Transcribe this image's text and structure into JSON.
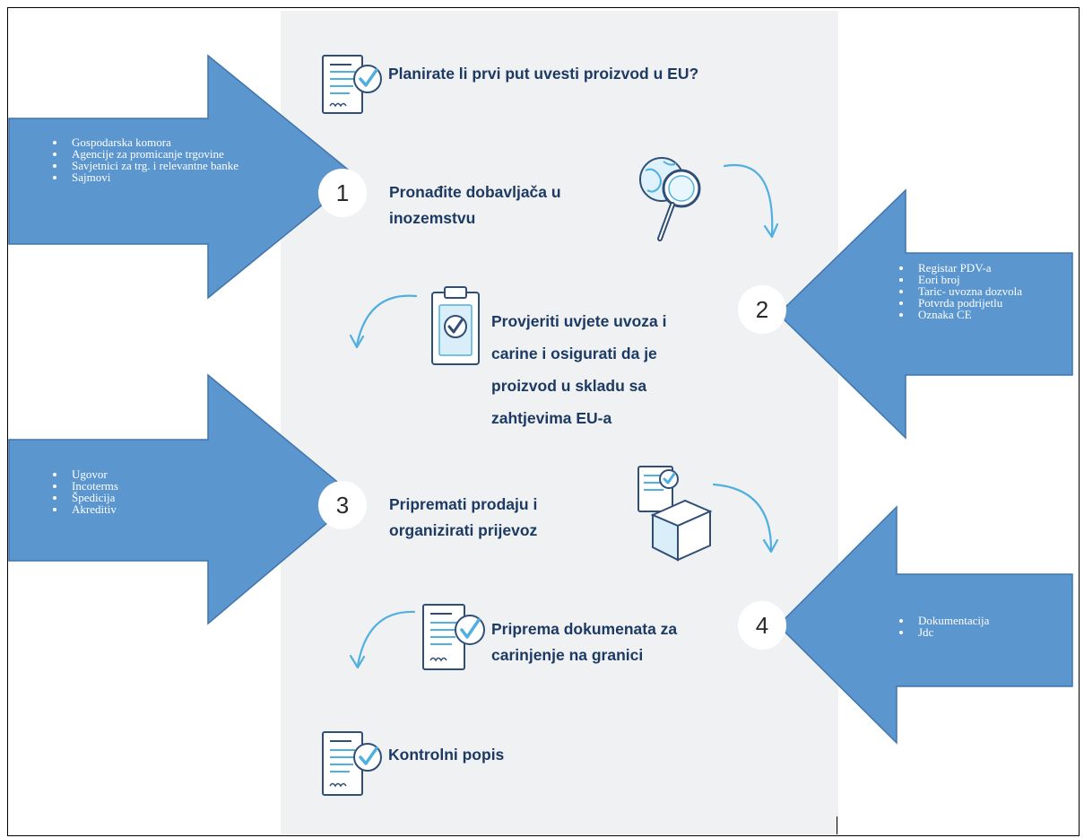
{
  "header": {
    "title": "Planirate li prvi put uvesti proizvod u EU?"
  },
  "steps": [
    {
      "number": "1",
      "text": "Pronađite dobavljača u inozemstvu"
    },
    {
      "number": "2",
      "text": "Provjeriti uvjete uvoza i carine i osigurati da je proizvod u skladu sa zahtjevima EU-a"
    },
    {
      "number": "3",
      "text": "Pripremati prodaju i organizirati prijevoz"
    },
    {
      "number": "4",
      "text": "Priprema dokumenata za carinjenje na granici"
    }
  ],
  "footer": {
    "title": "Kontrolni popis"
  },
  "arrows": {
    "a1": [
      "Gospodarska komora",
      "Agencije za promicanje trgovine",
      "Savjetnici za trg. i relevantne banke",
      "Sajmovi"
    ],
    "a2": [
      "Registar PDV-a",
      "Eori broj",
      "Taric- uvozna dozvola",
      "Potvrda  podrijetlu",
      "Oznaka CE"
    ],
    "a3": [
      "Ugovor",
      "Incoterms",
      "Špedicija",
      "Akreditiv"
    ],
    "a4": [
      "Dokumentacija",
      "Jdc"
    ]
  },
  "icons": [
    "checklist-document-icon",
    "globe-magnifier-icon",
    "clipboard-check-icon",
    "document-box-icon",
    "flow-arrow-icon"
  ],
  "colors": {
    "arrow": "#5b96cf",
    "panel": "#f0f1f2",
    "heading": "#1c3a63",
    "accent": "#4fb0e0"
  }
}
